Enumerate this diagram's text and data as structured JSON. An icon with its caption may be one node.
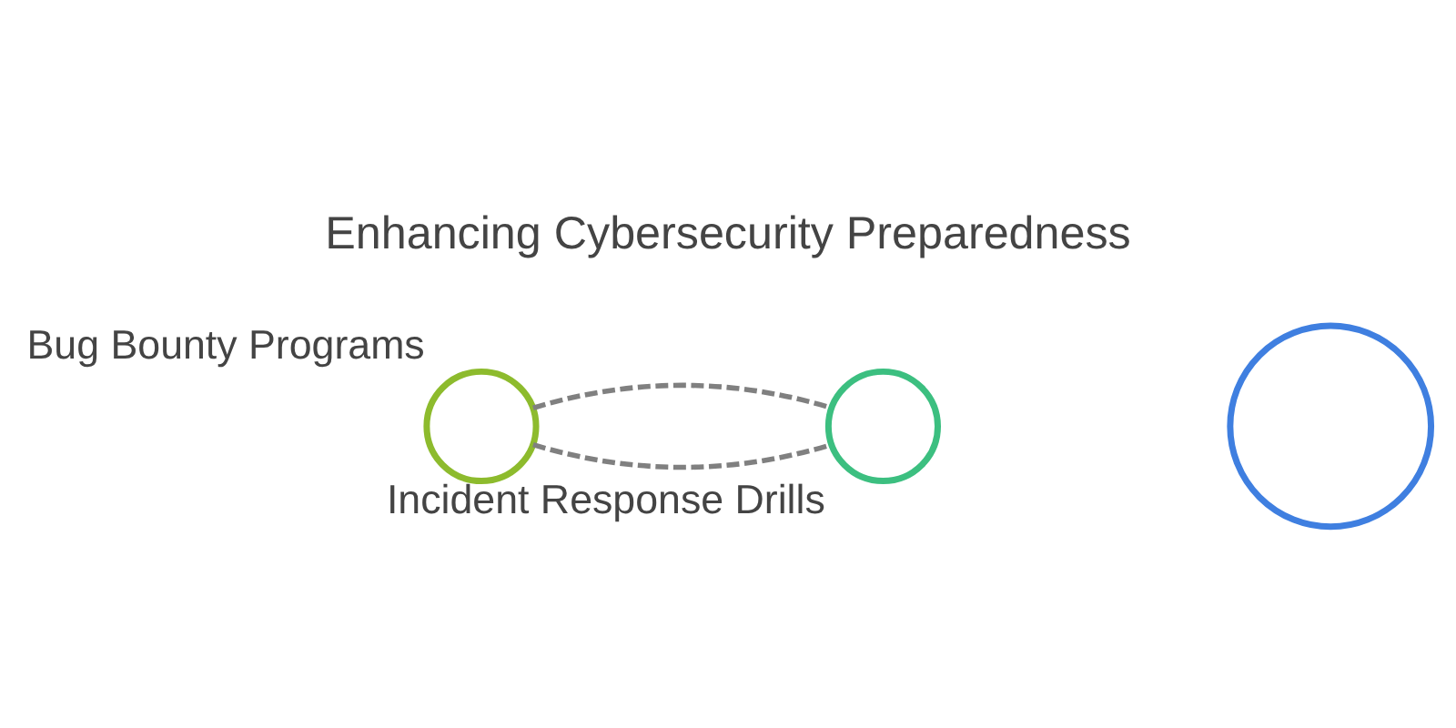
{
  "diagram": {
    "title": "Enhancing Cybersecurity Preparedness",
    "nodes": [
      {
        "text": [
          "Bug Bounty Programs"
        ]
      },
      {
        "text": [],
        "shape": "circle"
      },
      {
        "text": [
          "Incident Response Drills"
        ]
      }
    ],
    "edges": [
      {
        "from": 0,
        "to": 2,
        "arrow": "none",
        "style": "dashed"
      },
      {
        "from": 0,
        "to": 2,
        "arrow": "none",
        "style": "dashed"
      }
    ]
  }
}
